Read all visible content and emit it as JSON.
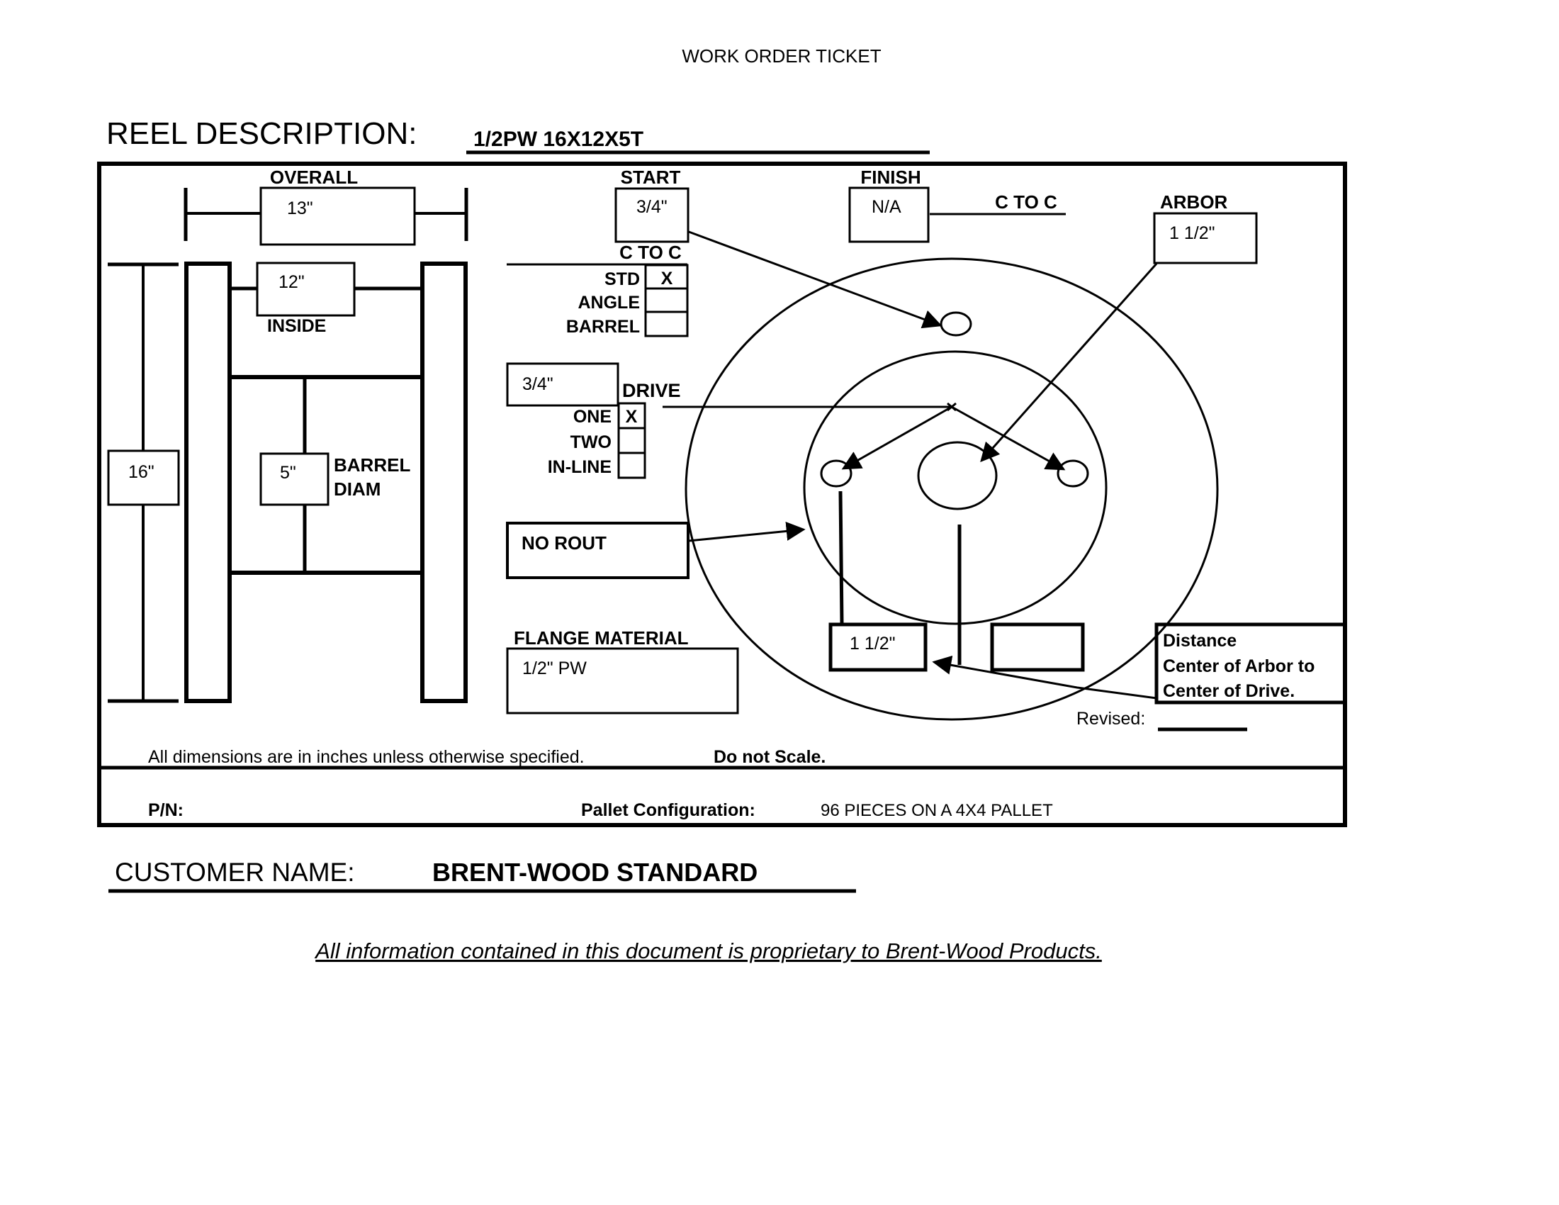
{
  "header": {
    "title": "WORK ORDER TICKET"
  },
  "reel_description": {
    "label": "REEL DESCRIPTION:",
    "value": "1/2PW 16X12X5T"
  },
  "dimensions": {
    "overall_label": "OVERALL",
    "overall_value": "13\"",
    "inside_label": "INSIDE",
    "inside_value": "12\"",
    "height_value": "16\"",
    "barrel_value": "5\"",
    "barrel_label_1": "BARREL",
    "barrel_label_2": "DIAM"
  },
  "start": {
    "label": "START",
    "value": "3/4\""
  },
  "finish": {
    "label": "FINISH",
    "value": "N/A"
  },
  "c_to_c": {
    "finish_label": "C TO C",
    "start_label": "C TO C"
  },
  "arbor": {
    "label": "ARBOR",
    "value": "1 1/2\""
  },
  "hole_type": {
    "options": [
      {
        "label": "STD",
        "mark": "X"
      },
      {
        "label": "ANGLE",
        "mark": ""
      },
      {
        "label": "BARREL",
        "mark": ""
      }
    ]
  },
  "drive": {
    "size_value": "3/4\"",
    "label": "DRIVE",
    "options": [
      {
        "label": "ONE",
        "mark": "X"
      },
      {
        "label": "TWO",
        "mark": ""
      },
      {
        "label": "IN-LINE",
        "mark": ""
      }
    ]
  },
  "rout": {
    "value": "NO ROUT"
  },
  "flange_material": {
    "label": "FLANGE MATERIAL",
    "value": "1/2\" PW"
  },
  "distance": {
    "value": "1 1/2\"",
    "second_value": "",
    "label_1": "Distance",
    "label_2": "Center of Arbor to",
    "label_3": "Center of Drive."
  },
  "revised": {
    "label": "Revised:"
  },
  "notes": {
    "dimensions": "All dimensions are in inches unless otherwise specified.",
    "scale": "Do not Scale."
  },
  "footer_row": {
    "pn_label": "P/N:",
    "pallet_label": "Pallet Configuration:",
    "pallet_value": "96 PIECES ON A 4X4 PALLET"
  },
  "customer": {
    "label": "CUSTOMER NAME:",
    "value": "BRENT-WOOD STANDARD"
  },
  "disclaimer": "All information contained in this document is proprietary to Brent-Wood Products."
}
